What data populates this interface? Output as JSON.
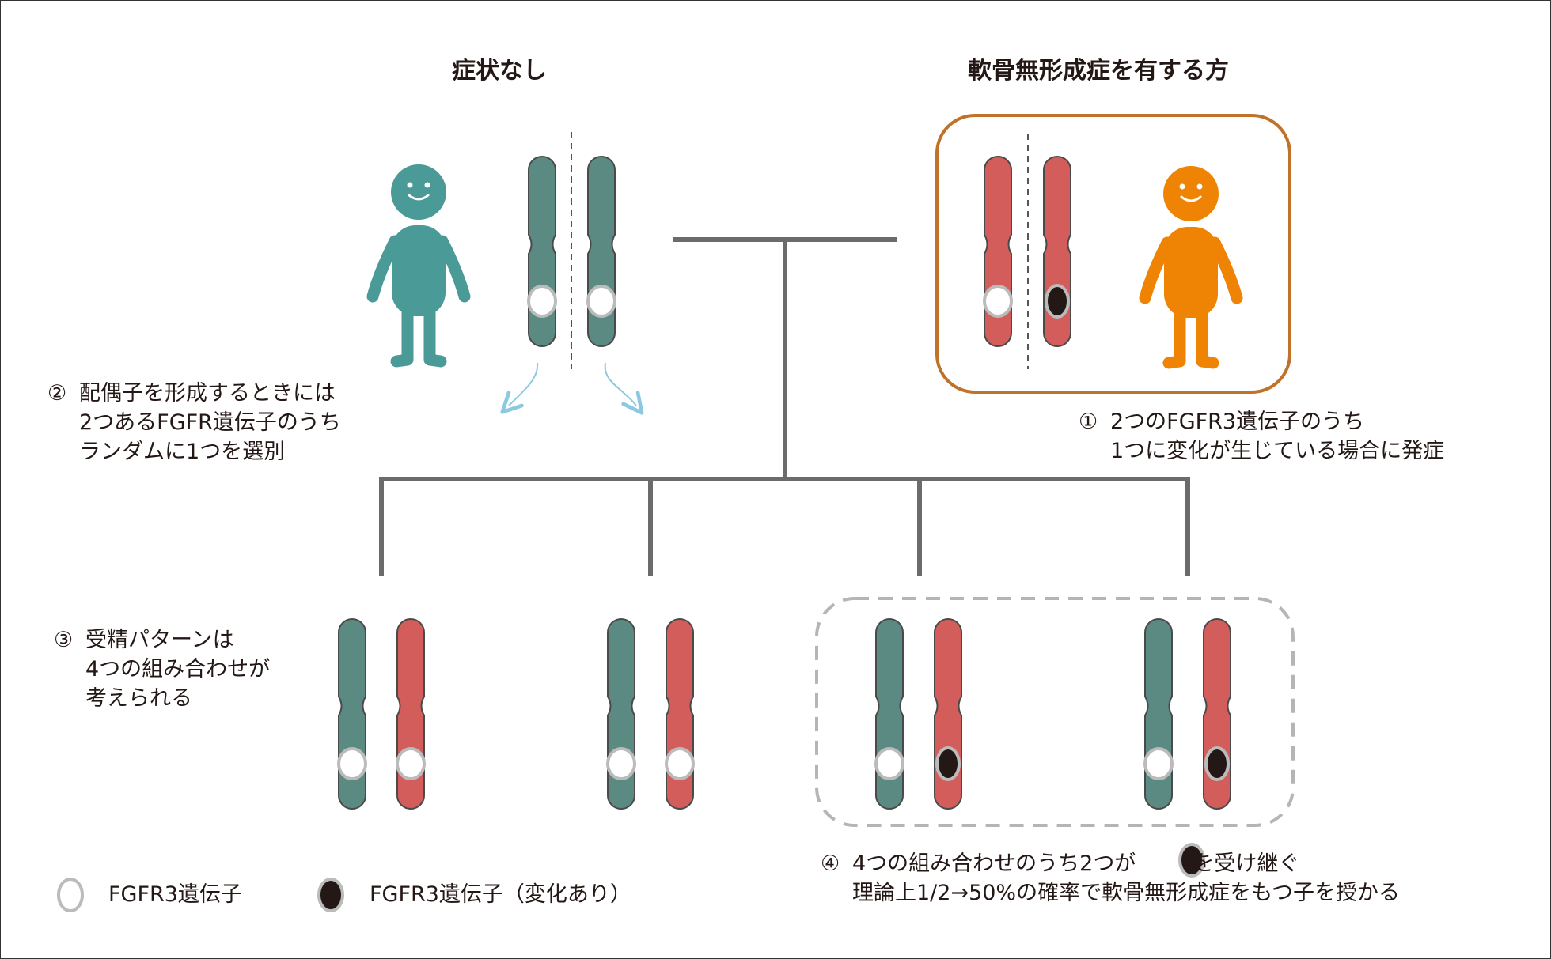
{
  "headings": {
    "unaffected": "症状なし",
    "affected": "軟骨無形成症を有する方"
  },
  "notes": {
    "note1": {
      "marker": "①",
      "line1": "2つのFGFR3遺伝子のうち",
      "line2": "1つに変化が生じている場合に発症"
    },
    "note2": {
      "marker": "②",
      "line1": "配偶子を形成するときには",
      "line2": "2つあるFGFR遺伝子のうち",
      "line3": "ランダムに1つを選別"
    },
    "note3": {
      "marker": "③",
      "line1": "受精パターンは",
      "line2": "4つの組み合わせが",
      "line3": "考えられる"
    },
    "note4": {
      "marker": "④",
      "line1_before": "4つの組み合わせのうち2つが",
      "line1_after": "を受け継ぐ",
      "line2": "理論上1/2→50%の確率で軟骨無形成症をもつ子を授かる"
    }
  },
  "legend": {
    "normal_label": "FGFR3遺伝子",
    "variant_label": "FGFR3遺伝子（変化あり）"
  },
  "colors": {
    "teal_person": "#4a9a98",
    "orange_person": "#ee8304",
    "teal_chromosome": "#5a8a82",
    "red_chromosome": "#d25d5a",
    "variant_gene": "#231815",
    "normal_gene": "#ffffff",
    "gene_ring": "#bbbbbb",
    "tree_line": "#6b6b6b",
    "affected_box": "#c0712a",
    "dashed_box": "#b5b5b5",
    "arrow": "#8cc8e0"
  },
  "icons": [
    "person-icon",
    "chromosome-icon",
    "normal-gene-icon",
    "variant-gene-icon",
    "arrow-icon"
  ]
}
